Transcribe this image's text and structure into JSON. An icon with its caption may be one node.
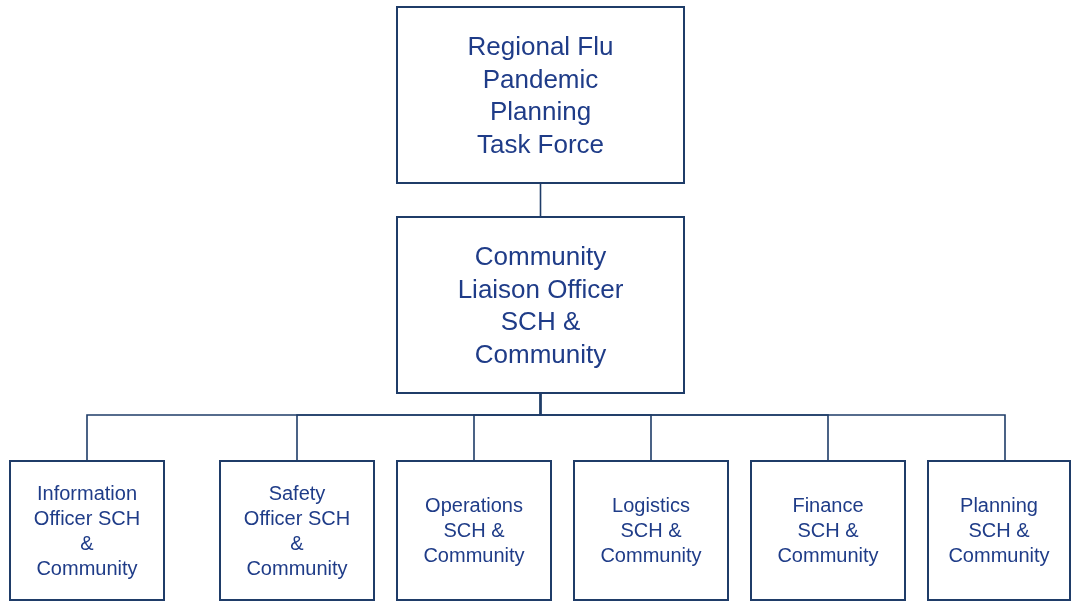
{
  "diagram": {
    "nodes": [
      {
        "text": [
          "Regional Flu Pandemic Planning Task Force"
        ]
      },
      {
        "text": [
          "Community Liaison Officer SCH & Community"
        ]
      },
      {
        "text": [
          "Information Officer SCH & Community"
        ]
      },
      {
        "text": [
          "Safety Officer SCH & Community"
        ]
      },
      {
        "text": [
          "Operations SCH & Community"
        ]
      },
      {
        "text": [
          "Logistics SCH & Community"
        ]
      },
      {
        "text": [
          "Finance SCH & Community"
        ]
      },
      {
        "text": [
          "Planning SCH & Community"
        ]
      }
    ],
    "edges": [
      {
        "from": 0,
        "to": 1,
        "arrow": "none"
      },
      {
        "from": 1,
        "to": 2,
        "arrow": "none"
      },
      {
        "from": 1,
        "to": 3,
        "arrow": "none"
      },
      {
        "from": 1,
        "to": 4,
        "arrow": "none"
      },
      {
        "from": 1,
        "to": 5,
        "arrow": "none"
      },
      {
        "from": 1,
        "to": 6,
        "arrow": "none"
      },
      {
        "from": 1,
        "to": 7,
        "arrow": "none"
      }
    ]
  }
}
